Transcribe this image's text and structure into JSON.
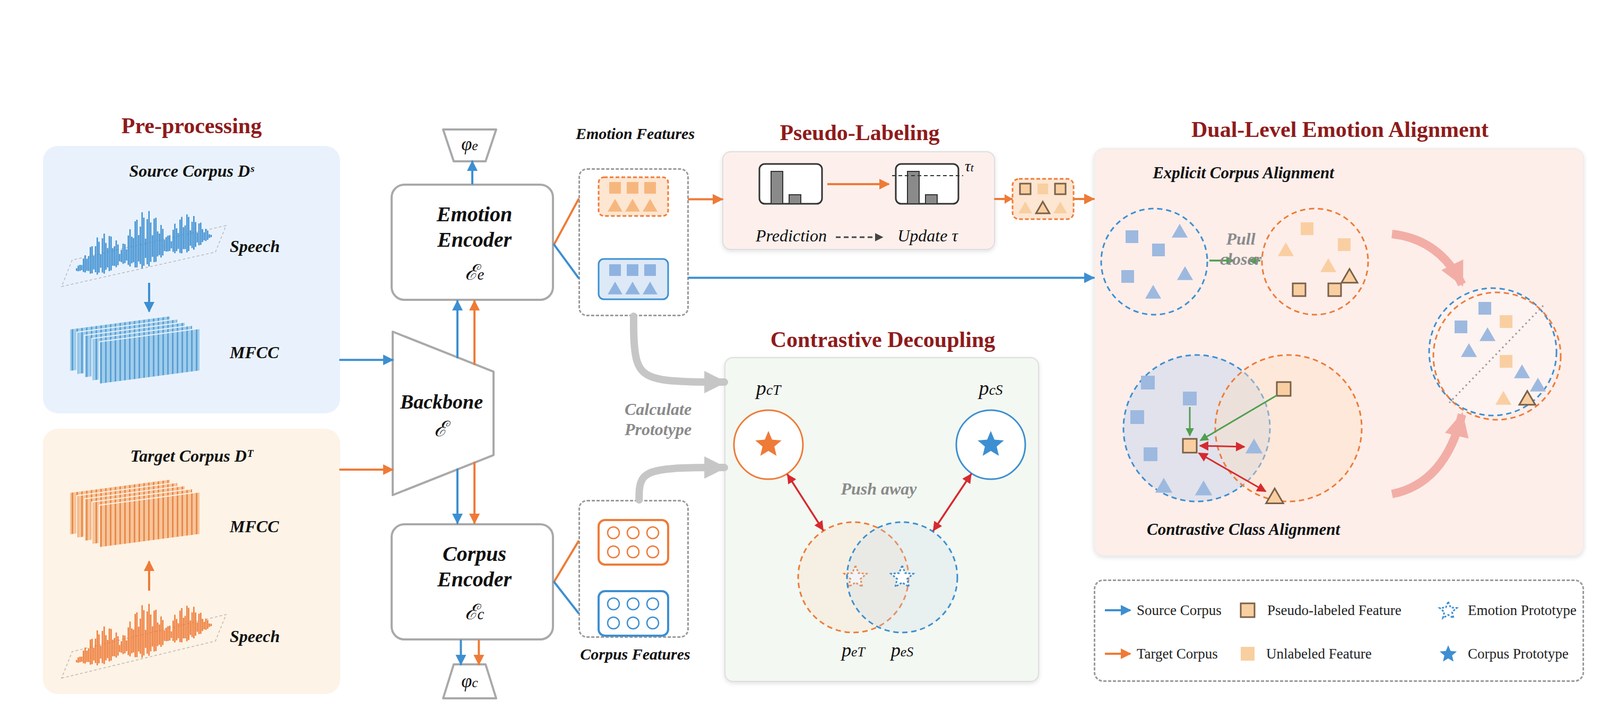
{
  "diagram": {
    "nodes": [
      {
        "text": [
          "Source Corpus Dˢ",
          "Speech",
          "MFCC"
        ]
      },
      {
        "text": [
          "Target Corpus Dᵀ",
          "MFCC",
          "Speech"
        ]
      },
      {
        "text": [
          "φe"
        ]
      },
      {
        "text": [
          "Emotion Encoder",
          "ℰe"
        ]
      },
      {
        "text": [
          "Backbone",
          "ℰ"
        ]
      },
      {
        "text": [
          "Corpus Encoder",
          "ℰc"
        ]
      },
      {
        "text": [
          "φc"
        ]
      },
      {
        "text": [
          "Emotion Features"
        ]
      },
      {
        "text": [
          "Corpus Features"
        ]
      },
      {
        "text": [
          "Pseudo-Labeling",
          "Prediction",
          "Update τ",
          "τt"
        ]
      },
      {
        "text": [
          "Contrastive Decoupling",
          "Push away"
        ]
      },
      {
        "text": [
          "pcT"
        ],
        "in": 10
      },
      {
        "text": [
          "pcS"
        ],
        "in": 10
      },
      {
        "text": [
          "peT"
        ],
        "in": 10
      },
      {
        "text": [
          "peS"
        ],
        "in": 10
      },
      {
        "text": [
          "Dual-Level Emotion Alignment",
          "Explicit Corpus Alignment",
          "Pull closer",
          "Contrastive Class Alignment"
        ]
      }
    ],
    "edges": [
      {
        "from": 0,
        "to": 4,
        "arrow": "to"
      },
      {
        "from": 1,
        "to": 4,
        "arrow": "to"
      },
      {
        "from": 4,
        "to": 3,
        "arrow": "to"
      },
      {
        "from": 4,
        "to": 3,
        "arrow": "to"
      },
      {
        "from": 4,
        "to": 5,
        "arrow": "to"
      },
      {
        "from": 4,
        "to": 5,
        "arrow": "to"
      },
      {
        "from": 3,
        "to": 2,
        "arrow": "to"
      },
      {
        "from": 5,
        "to": 6,
        "arrow": "to"
      },
      {
        "from": 5,
        "to": 6,
        "arrow": "to"
      },
      {
        "from": 3,
        "to": 7,
        "arrow": "none"
      },
      {
        "from": 3,
        "to": 7,
        "arrow": "none"
      },
      {
        "from": 5,
        "to": 8,
        "arrow": "none"
      },
      {
        "from": 5,
        "to": 8,
        "arrow": "none"
      },
      {
        "from": 7,
        "to": 9,
        "arrow": "to"
      },
      {
        "from": 7,
        "to": 15,
        "arrow": "to"
      },
      {
        "from": 9,
        "to": 15,
        "arrow": "to"
      },
      {
        "from": 7,
        "to": 10,
        "arrow": "to"
      },
      {
        "from": 8,
        "to": 10,
        "arrow": "to"
      },
      {
        "from": 11,
        "to": 13,
        "arrow": "both"
      },
      {
        "from": 12,
        "to": 14,
        "arrow": "both"
      }
    ],
    "labels": [
      "Pre-processing",
      "Calculate Prototype"
    ],
    "legend": [
      {
        "text": "Source Corpus"
      },
      {
        "text": "Pseudo-labeled Feature"
      },
      {
        "text": "Emotion Prototype"
      },
      {
        "text": "Target Corpus"
      },
      {
        "text": "Unlabeled Feature",
        "color": "#f8cfa0"
      },
      {
        "text": "Corpus Prototype"
      }
    ]
  }
}
